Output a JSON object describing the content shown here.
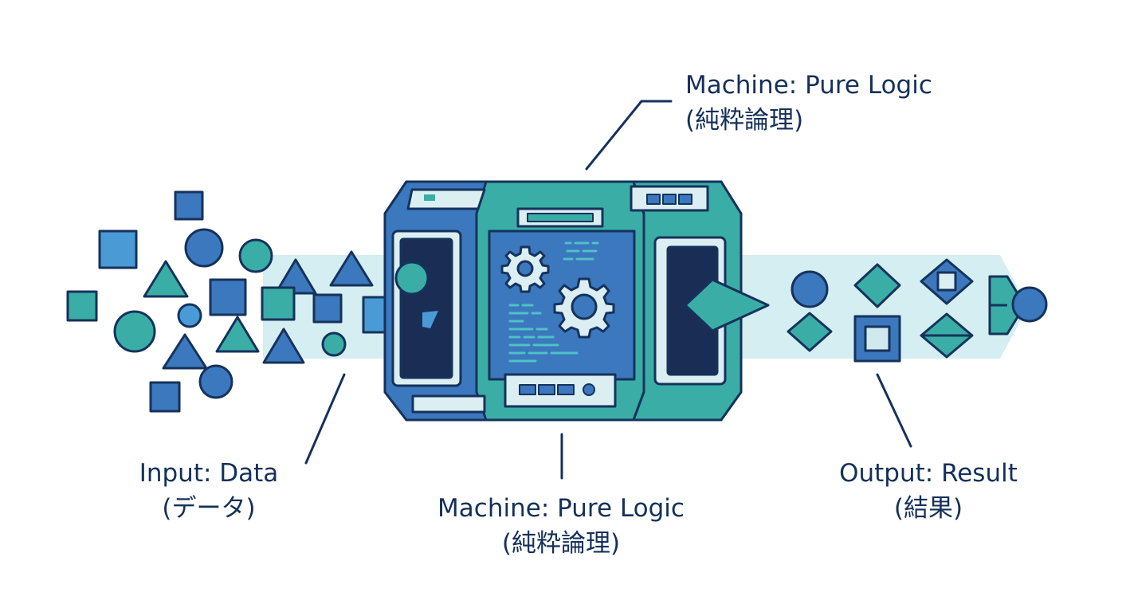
{
  "labels": {
    "machine_top": {
      "line1": "Machine: Pure Logic",
      "line2": "(純粋論理)"
    },
    "input": {
      "line1": "Input: Data",
      "line2": "(データ)"
    },
    "machine_bottom": {
      "line1": "Machine: Pure Logic",
      "line2": "(純粋論理)"
    },
    "output": {
      "line1": "Output: Result",
      "line2": "(結果)"
    }
  },
  "colors": {
    "outline": "#16325c",
    "blue": "#3b78bd",
    "light_blue": "#4a9ad6",
    "teal": "#3aaea6",
    "stream": "#d4eef2",
    "screen": "#1a2e55",
    "panel_light": "#dbeff3"
  },
  "icons": [
    "gear-icon",
    "gear-icon"
  ]
}
